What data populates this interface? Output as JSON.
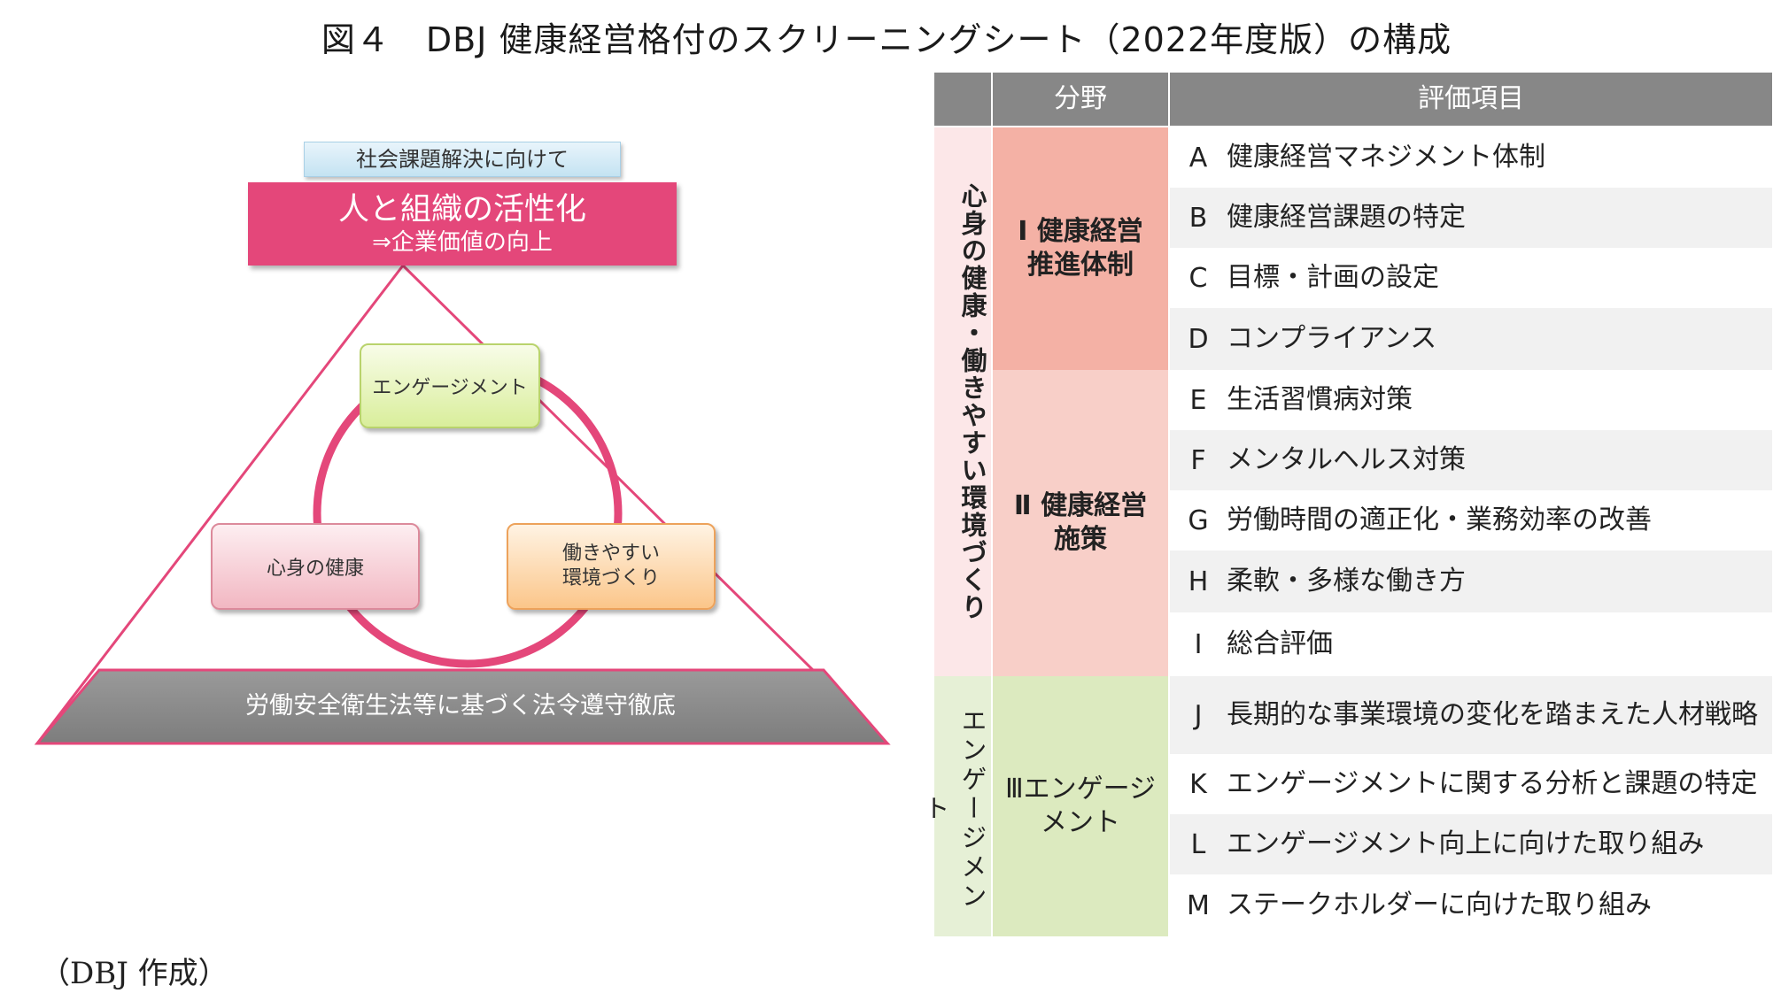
{
  "title": {
    "fig": "図４",
    "text": "DBJ 健康経営格付のスクリーニングシート（2022年度版）の構成"
  },
  "source": "（DBJ 作成）",
  "diagram": {
    "top_label": "社会課題解決に向けて",
    "main_line1": "人と組織の活性化",
    "main_line2": "⇒企業価値の向上",
    "node_engagement": "エンゲージメント",
    "node_health": "心身の健康",
    "node_env_line1": "働きやすい",
    "node_env_line2": "環境づくり",
    "base": "労働安全衛生法等に基づく法令遵守徹底",
    "colors": {
      "pink": "#e4477a",
      "gray": "#8a8a8a"
    }
  },
  "table": {
    "header_field": "分野",
    "header_items": "評価項目",
    "category_1": "心身の健康・働きやすい環境づくり",
    "category_2": "エンゲージメント",
    "field_1": "Ⅰ 健康経営推進体制",
    "field_1_l1": "Ⅰ 健康経営",
    "field_1_l2": "推進体制",
    "field_2_l1": "Ⅱ 健康経営",
    "field_2_l2": "施策",
    "field_3_l1": "Ⅲエンゲージ",
    "field_3_l2": "メント",
    "rows": [
      {
        "letter": "A",
        "item": "健康経営マネジメント体制"
      },
      {
        "letter": "B",
        "item": "健康経営課題の特定"
      },
      {
        "letter": "C",
        "item": "目標・計画の設定"
      },
      {
        "letter": "D",
        "item": "コンプライアンス"
      },
      {
        "letter": "E",
        "item": "生活習慣病対策"
      },
      {
        "letter": "F",
        "item": "メンタルヘルス対策"
      },
      {
        "letter": "G",
        "item": "労働時間の適正化・業務効率の改善"
      },
      {
        "letter": "H",
        "item": "柔軟・多様な働き方"
      },
      {
        "letter": "I",
        "item": "総合評価"
      },
      {
        "letter": "J",
        "item": "長期的な事業環境の変化を踏まえた人材戦略"
      },
      {
        "letter": "K",
        "item": "エンゲージメントに関する分析と課題の特定"
      },
      {
        "letter": "L",
        "item": "エンゲージメント向上に向けた取り組み"
      },
      {
        "letter": "M",
        "item": "ステークホルダーに向けた取り組み"
      }
    ]
  }
}
